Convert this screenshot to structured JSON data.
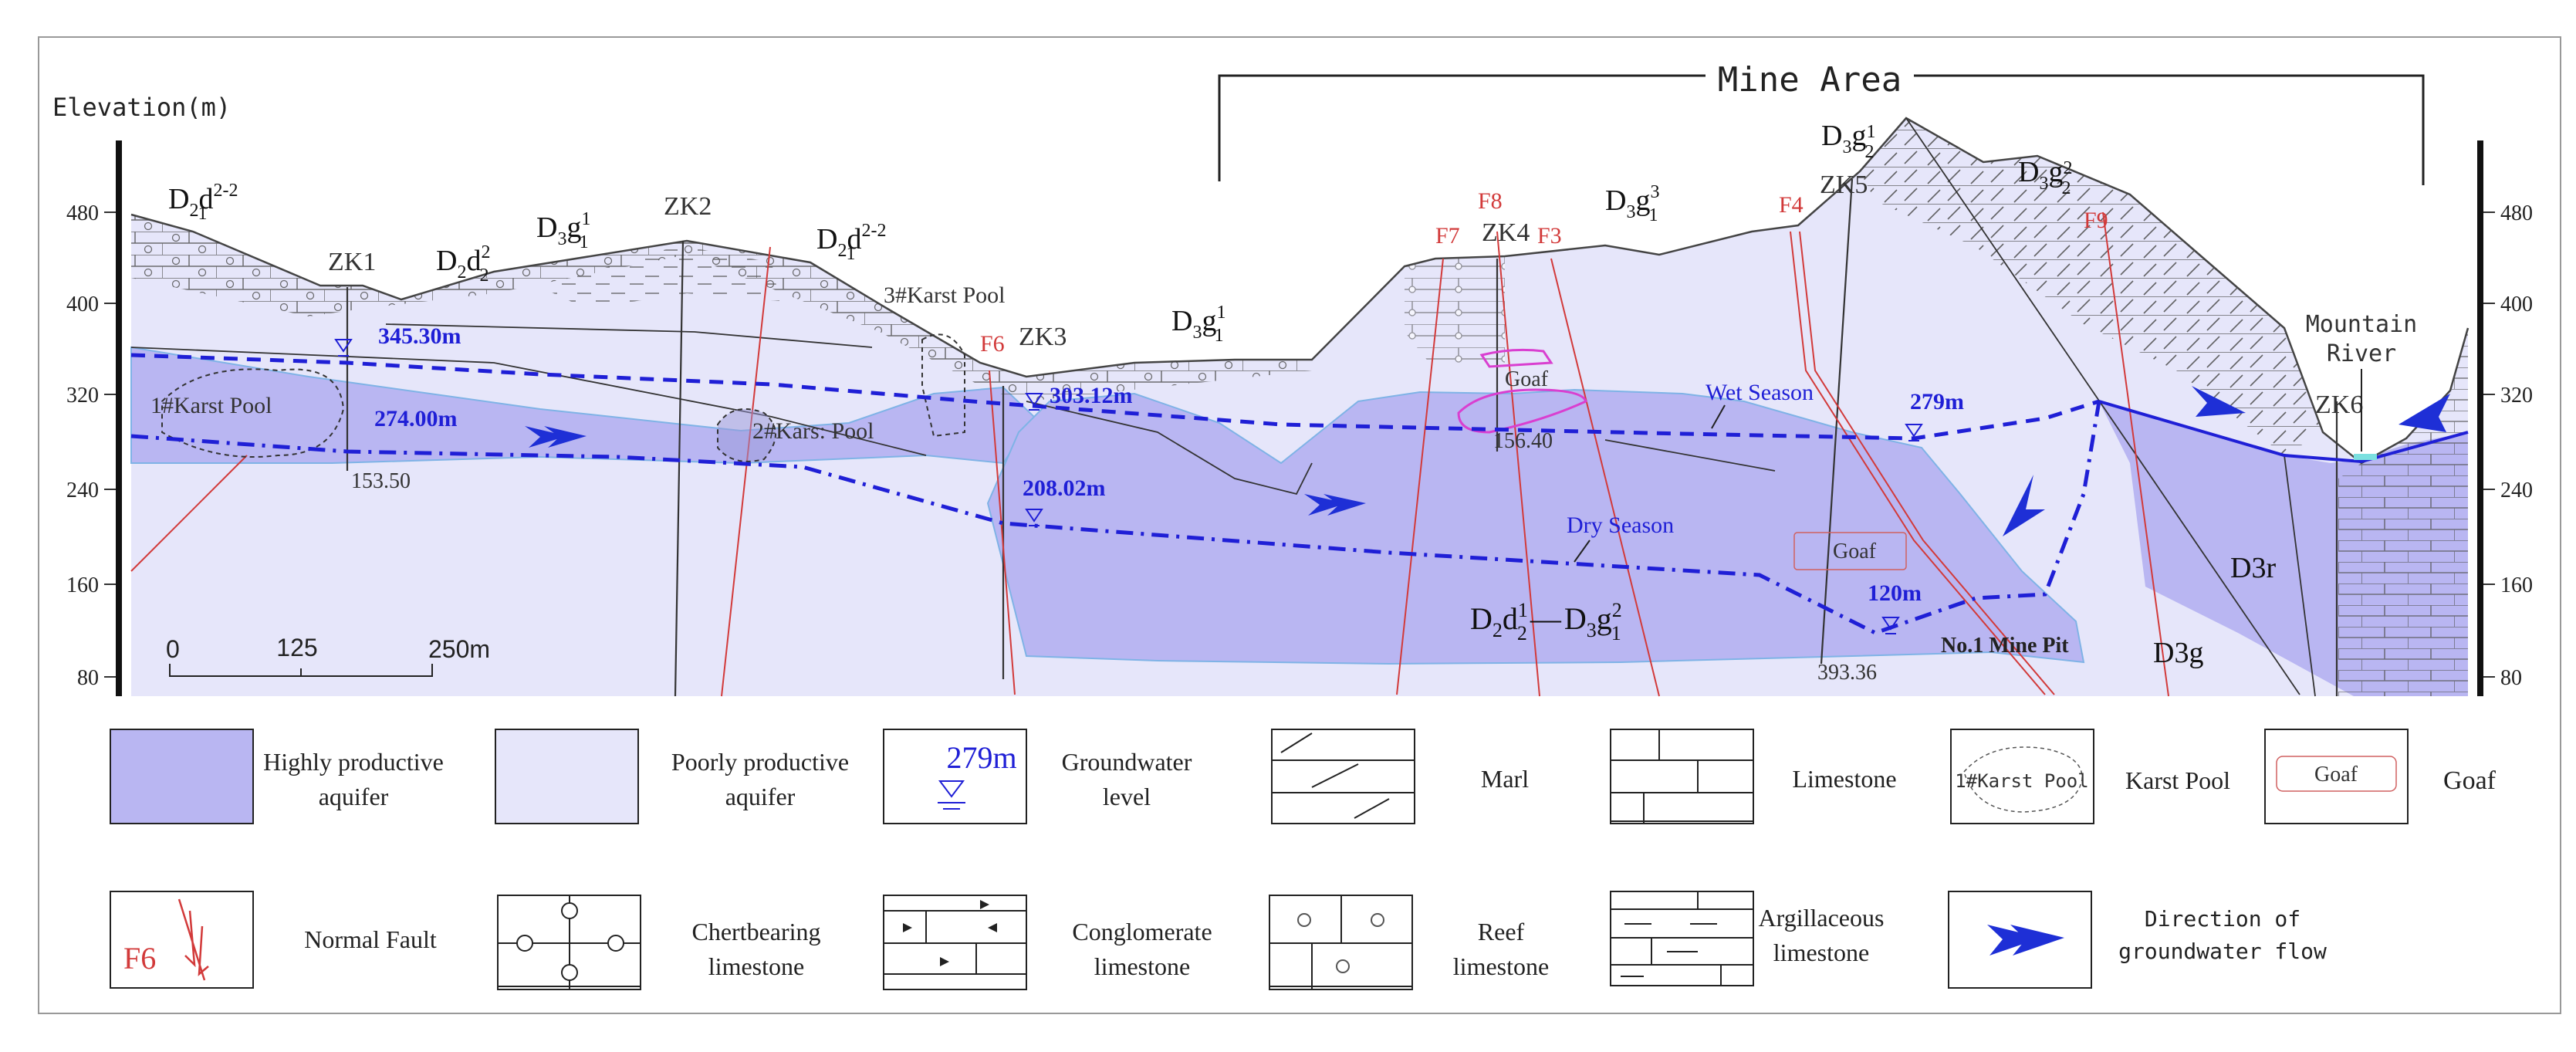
{
  "colors": {
    "high_aquifer": "#b9b6f2",
    "poor_aquifer": "#e6e6fa",
    "water_level": "#1f1fd6",
    "fault": "#d23a3a",
    "goaf": "#d93fd0",
    "arrow": "#1e2fd6"
  },
  "section": {
    "elevation_label": "Elevation(m)",
    "mine_area_label": "Mine Area",
    "elevation_ticks": [
      "480",
      "400",
      "320",
      "240",
      "160",
      "80"
    ],
    "scale_bar": {
      "zero": "0",
      "mid": "125",
      "end": "250m"
    },
    "boreholes": [
      "ZK1",
      "ZK2",
      "ZK3",
      "ZK4",
      "ZK5",
      "ZK6"
    ],
    "faults": [
      "F6",
      "F7",
      "F8",
      "F3",
      "F4",
      "F9"
    ],
    "karst_pools": [
      "1#Karst Pool",
      "2#Kars: Pool",
      "3#Karst Pool"
    ],
    "water_levels": [
      "345.30m",
      "274.00m",
      "303.12m",
      "208.02m",
      "279m",
      "120m"
    ],
    "depth_labels": [
      "153.50",
      "156.40",
      "393.36"
    ],
    "seasons": {
      "wet": "Wet Season",
      "dry": "Dry Season"
    },
    "goaf_labels": [
      "Goaf",
      "Goaf"
    ],
    "mine_pit": "No.1 Mine Pit",
    "mountain_river": [
      "Mountain",
      "River"
    ],
    "formations": {
      "d2d1_left": {
        "base": "D",
        "sub": "2",
        "base2": "d",
        "sup": "2-2",
        "sub2": "1"
      },
      "d2d2": {
        "base": "D",
        "sub": "2",
        "base2": "d",
        "sup": "2",
        "sub2": "2"
      },
      "d3g1_left": {
        "base": "D",
        "sub": "3",
        "base2": "g",
        "sup": "1",
        "sub2": "1"
      },
      "d2d1_mid": {
        "base": "D",
        "sub": "2",
        "base2": "d",
        "sup": "2-2",
        "sub2": "1"
      },
      "d3g1_mid": {
        "base": "D",
        "sub": "3",
        "base2": "g",
        "sup": "1",
        "sub2": "1"
      },
      "d3g3": {
        "base": "D",
        "sub": "3",
        "base2": "g",
        "sup": "3",
        "sub2": "1"
      },
      "d3g21": {
        "base": "D",
        "sub": "3",
        "base2": "g",
        "sup": "1",
        "sub2": "2"
      },
      "d3g22": {
        "base": "D",
        "sub": "3",
        "base2": "g",
        "sup": "2",
        "sub2": "2"
      },
      "d3r": "D3r",
      "d3g": "D3g",
      "center": {
        "left": "D",
        "ls": "2",
        "l2": "d",
        "lsup": "1",
        "lsub2": "2",
        "dash": "—",
        "right": "D",
        "rs": "3",
        "r2": "g",
        "rsup": "2",
        "rsub2": "1"
      }
    }
  },
  "legend": {
    "high_aquifer": [
      "Highly productive",
      "aquifer"
    ],
    "poor_aquifer": [
      "Poorly productive",
      "aquifer"
    ],
    "groundwater_sample": "279m",
    "groundwater": [
      "Groundwater",
      "level"
    ],
    "marl": "Marl",
    "limestone": "Limestone",
    "karst_sample": "1#Karst Pool",
    "karst": "Karst Pool",
    "goaf_sample": "Goaf",
    "goaf": "Goaf",
    "fault_sample": "F6",
    "fault": "Normal Fault",
    "chert": [
      "Chertbearing",
      "limestone"
    ],
    "conglomerate": [
      "Conglomerate",
      "limestone"
    ],
    "reef": [
      "Reef",
      "limestone"
    ],
    "argillaceous": [
      "Argillaceous",
      "limestone"
    ],
    "flow": [
      "Direction of",
      "groundwater flow"
    ]
  }
}
